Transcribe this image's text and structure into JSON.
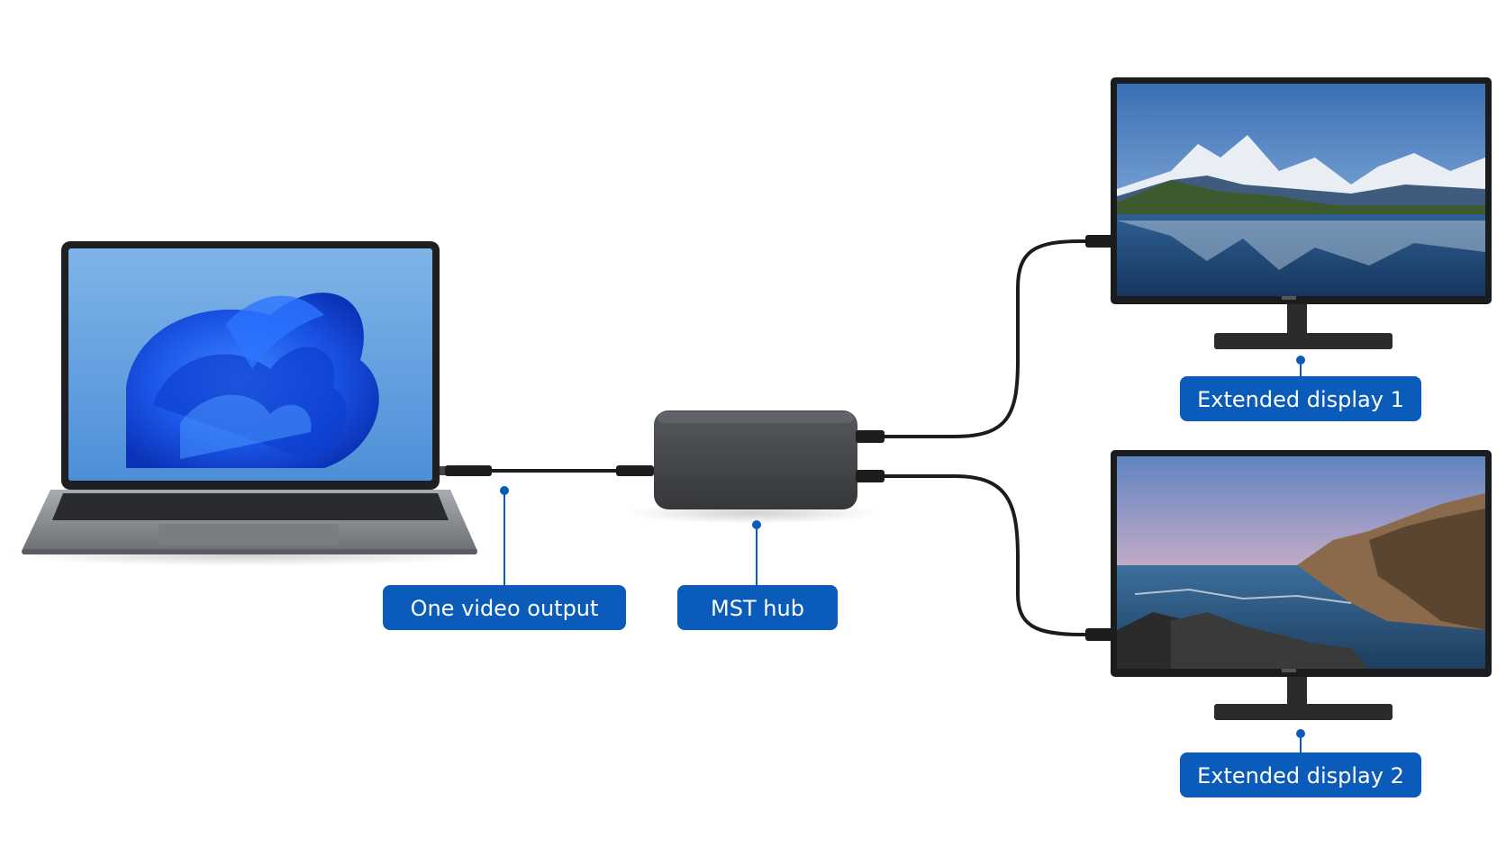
{
  "labels": {
    "laptop_output": "One video output",
    "hub": "MST hub",
    "display_1": "Extended display 1",
    "display_2": "Extended display 2"
  },
  "icons": {
    "laptop": "laptop-icon",
    "hub": "mst-hub-icon",
    "display_1": "monitor-icon",
    "display_2": "monitor-icon"
  },
  "colors": {
    "callout": "#0b5cba",
    "cable": "#1c1c1c",
    "hub_body": "#404347",
    "laptop_body": "#8e9196",
    "wallpaper_blue": "#1f5ee0"
  }
}
